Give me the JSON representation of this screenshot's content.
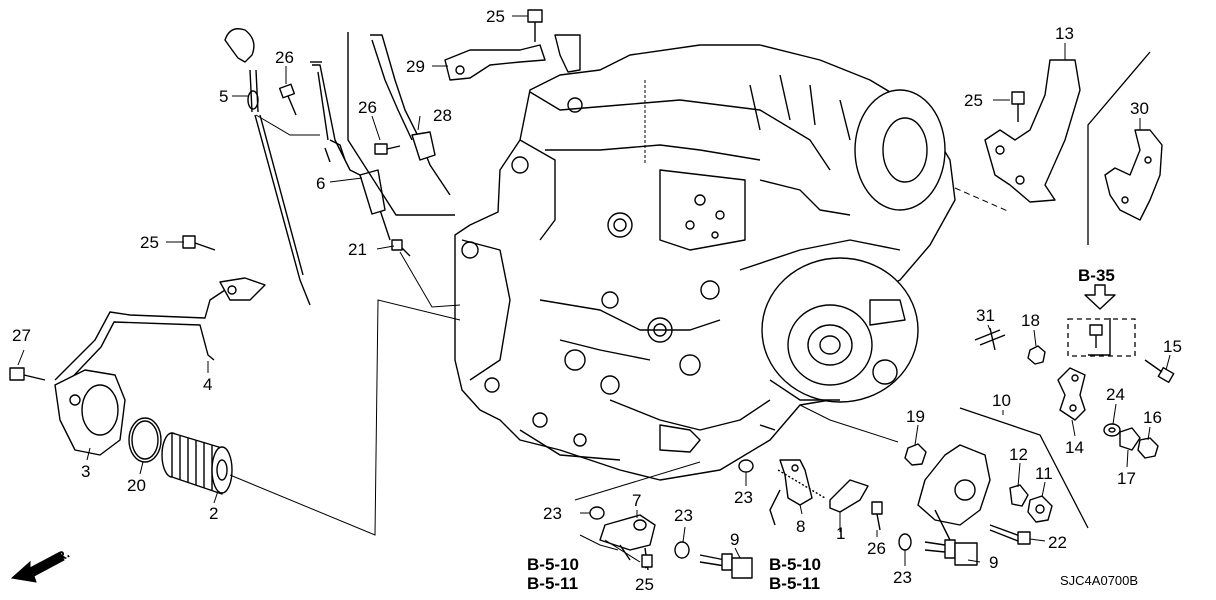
{
  "labels": [
    {
      "id": "p25a",
      "text": "25"
    },
    {
      "id": "p29",
      "text": "29"
    },
    {
      "id": "p26a",
      "text": "26"
    },
    {
      "id": "p5",
      "text": "5"
    },
    {
      "id": "p26b",
      "text": "26"
    },
    {
      "id": "p28",
      "text": "28"
    },
    {
      "id": "p6",
      "text": "6"
    },
    {
      "id": "p21",
      "text": "21"
    },
    {
      "id": "p25b",
      "text": "25"
    },
    {
      "id": "p27",
      "text": "27"
    },
    {
      "id": "p4",
      "text": "4"
    },
    {
      "id": "p3",
      "text": "3"
    },
    {
      "id": "p20",
      "text": "20"
    },
    {
      "id": "p2",
      "text": "2"
    },
    {
      "id": "p13",
      "text": "13"
    },
    {
      "id": "p25c",
      "text": "25"
    },
    {
      "id": "p30",
      "text": "30"
    },
    {
      "id": "p31",
      "text": "31"
    },
    {
      "id": "p18",
      "text": "18"
    },
    {
      "id": "p15",
      "text": "15"
    },
    {
      "id": "p10",
      "text": "10"
    },
    {
      "id": "p19",
      "text": "19"
    },
    {
      "id": "p24",
      "text": "24"
    },
    {
      "id": "p16",
      "text": "16"
    },
    {
      "id": "p14",
      "text": "14"
    },
    {
      "id": "p12",
      "text": "12"
    },
    {
      "id": "p11",
      "text": "11"
    },
    {
      "id": "p17",
      "text": "17"
    },
    {
      "id": "p22",
      "text": "22"
    },
    {
      "id": "p9b",
      "text": "9"
    },
    {
      "id": "p23d",
      "text": "23"
    },
    {
      "id": "p26c",
      "text": "26"
    },
    {
      "id": "p1",
      "text": "1"
    },
    {
      "id": "p8",
      "text": "8"
    },
    {
      "id": "p23c",
      "text": "23"
    },
    {
      "id": "p23b",
      "text": "23"
    },
    {
      "id": "p7",
      "text": "7"
    },
    {
      "id": "p23a",
      "text": "23"
    },
    {
      "id": "p25d",
      "text": "25"
    },
    {
      "id": "p9a",
      "text": "9"
    }
  ],
  "refs": {
    "b35": "B-35",
    "b510a": "B-5-10",
    "b511a": "B-5-11",
    "b510b": "B-5-10",
    "b511b": "B-5-11"
  },
  "direction": "FR.",
  "diagram_code": "SJC4A0700B"
}
